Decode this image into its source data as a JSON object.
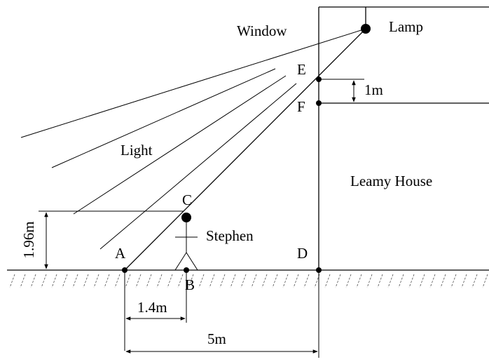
{
  "labels": {
    "window": "Window",
    "lamp": "Lamp",
    "light": "Light",
    "leamy_house": "Leamy House",
    "stephen": "Stephen"
  },
  "points": {
    "A": "A",
    "B": "B",
    "C": "C",
    "D": "D",
    "E": "E",
    "F": "F"
  },
  "dimensions": {
    "ef_height": "1m",
    "stephen_height": "1.96m",
    "ab_distance": "1.4m",
    "ad_distance": "5m"
  }
}
